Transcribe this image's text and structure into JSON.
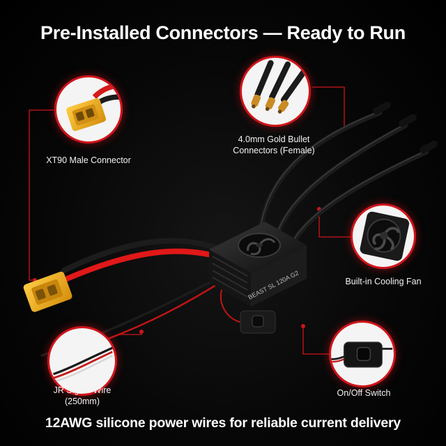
{
  "headline": "Pre-Installed Connectors — Ready to Run",
  "footer": "12AWG silicone power wires for reliable current delivery",
  "esc_label": "BEAST SL 120A G2",
  "callouts": {
    "xt90": {
      "label": "XT90 Male Connector",
      "icon": "xt90-connector-icon"
    },
    "bullet": {
      "label_line1": "4.0mm Gold Bullet",
      "label_line2": "Connectors (Female)",
      "icon": "bullet-connector-icon"
    },
    "fan": {
      "label": "Built-in Cooling Fan",
      "icon": "cooling-fan-icon"
    },
    "jr": {
      "label_line1": "JR Signal Wire",
      "label_line2": "(250mm)",
      "icon": "signal-wire-icon"
    },
    "switch": {
      "label": "On/Off Switch",
      "icon": "switch-icon"
    }
  },
  "colors": {
    "accent": "#d0141a",
    "wire_red": "#e01818",
    "connector_yellow": "#f2b21c",
    "background": "#000000"
  }
}
